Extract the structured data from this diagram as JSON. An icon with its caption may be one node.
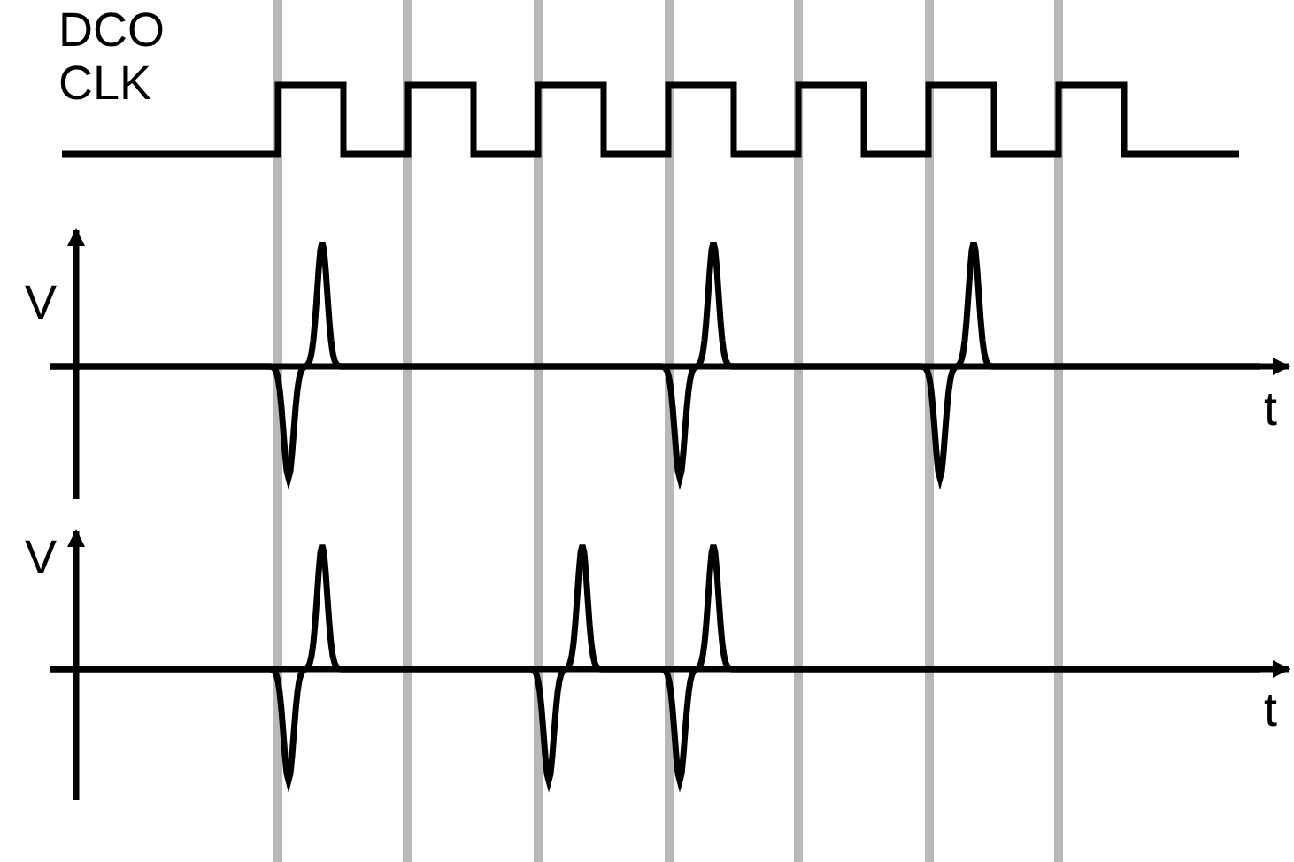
{
  "diagram": {
    "labels": [
      "DCO CLK",
      "V",
      "t",
      "V",
      "t"
    ]
  }
}
